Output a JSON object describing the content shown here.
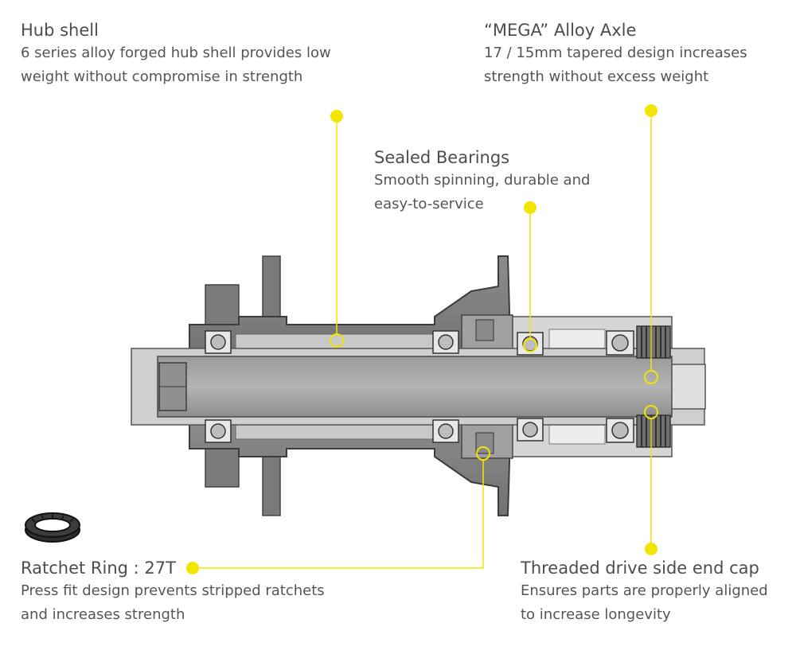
{
  "accent_color": "#f2e600",
  "callouts": {
    "hub_shell": {
      "title": "Hub shell",
      "desc_line1": "6 series alloy forged hub shell provides low",
      "desc_line2": "weight without compromise in strength"
    },
    "alloy_axle": {
      "title": "“MEGA” Alloy Axle",
      "desc_line1": "17 / 15mm tapered design increases",
      "desc_line2": "strength without excess weight"
    },
    "sealed_bearings": {
      "title": "Sealed Bearings",
      "desc_line1": "Smooth spinning, durable and",
      "desc_line2": "easy-to-service"
    },
    "ratchet_ring": {
      "title": "Ratchet Ring : 27T",
      "desc_line1": "Press fit design prevents stripped ratchets",
      "desc_line2": "and increases strength"
    },
    "end_cap": {
      "title": "Threaded drive side end cap",
      "desc_line1": "Ensures parts are properly aligned",
      "desc_line2": "to increase longevity"
    }
  }
}
